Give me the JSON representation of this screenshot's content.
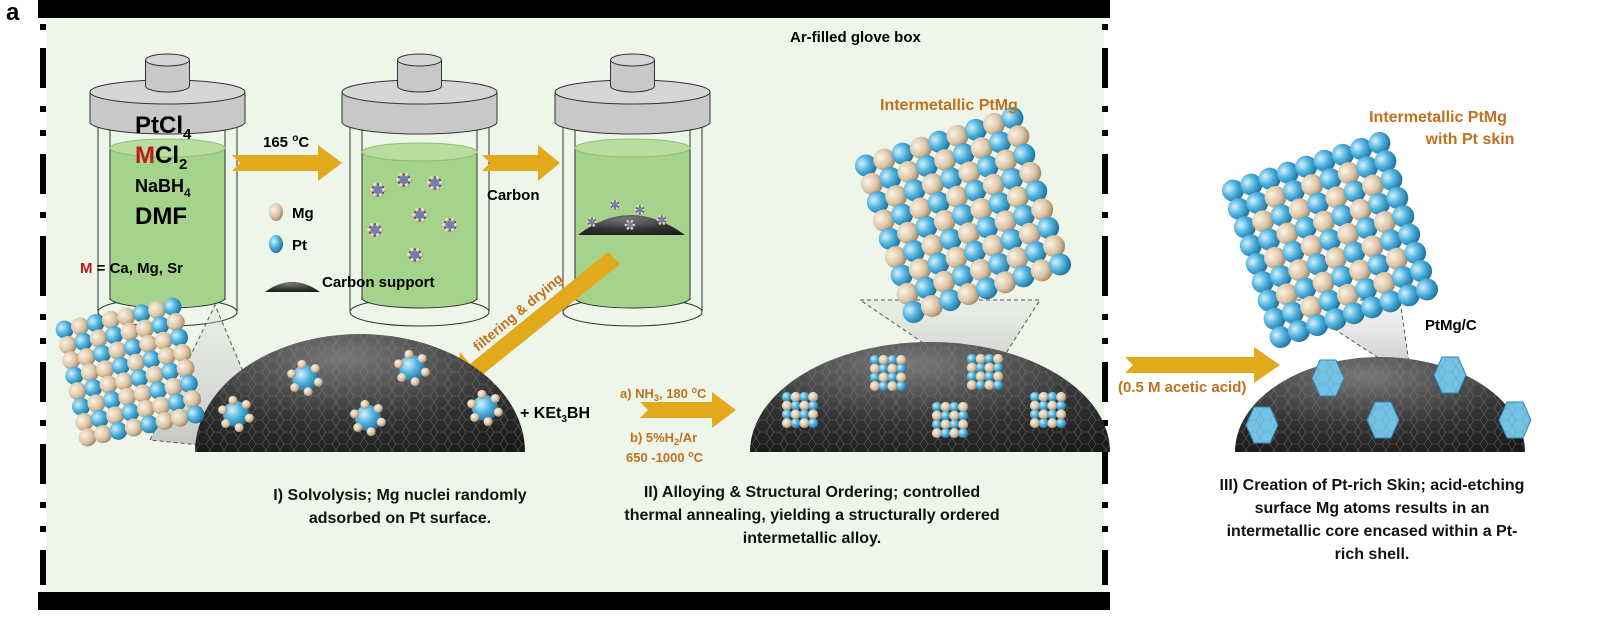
{
  "panel_label": "a",
  "glove_box_label": "Ar-filled glove box",
  "jar1": {
    "line1": "PtCl",
    "line1_sub": "4",
    "line2_m": "M",
    "line2": "Cl",
    "line2_sub": "2",
    "line3": "NaBH",
    "line3_sub": "4",
    "line4": "DMF"
  },
  "m_definition": {
    "m": "M",
    "rest": " = Ca, Mg, Sr"
  },
  "arrow1_label": {
    "text": "165 ",
    "sup": "o",
    "unit": "C"
  },
  "arrow2_label": "Carbon",
  "legend": [
    {
      "label": "Mg",
      "color": "#e2cdb1"
    },
    {
      "label": "Pt",
      "color": "#4fb3df"
    },
    {
      "label": "Carbon support",
      "color": "#3a3a3a"
    }
  ],
  "diag_arrow_label": "filtering & drying",
  "reagent": {
    "text": "+ KEt",
    "sub": "3",
    "rest": "BH"
  },
  "anneal": {
    "a": {
      "text": "a) NH",
      "sub": "3",
      "rest": ", 180 ",
      "sup": "o",
      "unit": "C"
    },
    "b": {
      "text": "b) 5%H",
      "sub": "2",
      "rest": "/Ar"
    },
    "c": {
      "text": "650 -1000 ",
      "sup": "o",
      "unit": "C"
    }
  },
  "intermetallic_label": "Intermetallic PtMg",
  "skin_label": {
    "line1": "Intermetallic PtMg",
    "line2": "with Pt skin"
  },
  "acid_label": "(0.5 M acetic acid)",
  "product_label": "PtMg/C",
  "captions": {
    "step1": [
      "I) Solvolysis; Mg nuclei randomly",
      "adsorbed on Pt surface."
    ],
    "step2": [
      "II) Alloying & Structural Ordering; controlled",
      "thermal annealing, yielding a structurally ordered",
      "intermetallic alloy."
    ],
    "step3": [
      "III) Creation of Pt-rich Skin; acid-etching",
      "surface Mg atoms results in an",
      "intermetallic core encased within a Pt-",
      "rich shell."
    ]
  },
  "colors": {
    "arrow": "#e2a91c",
    "solution": "#a6d38c",
    "background": "#eef6e9",
    "orange_text": "#c0701e",
    "red_m": "#c0161c"
  }
}
